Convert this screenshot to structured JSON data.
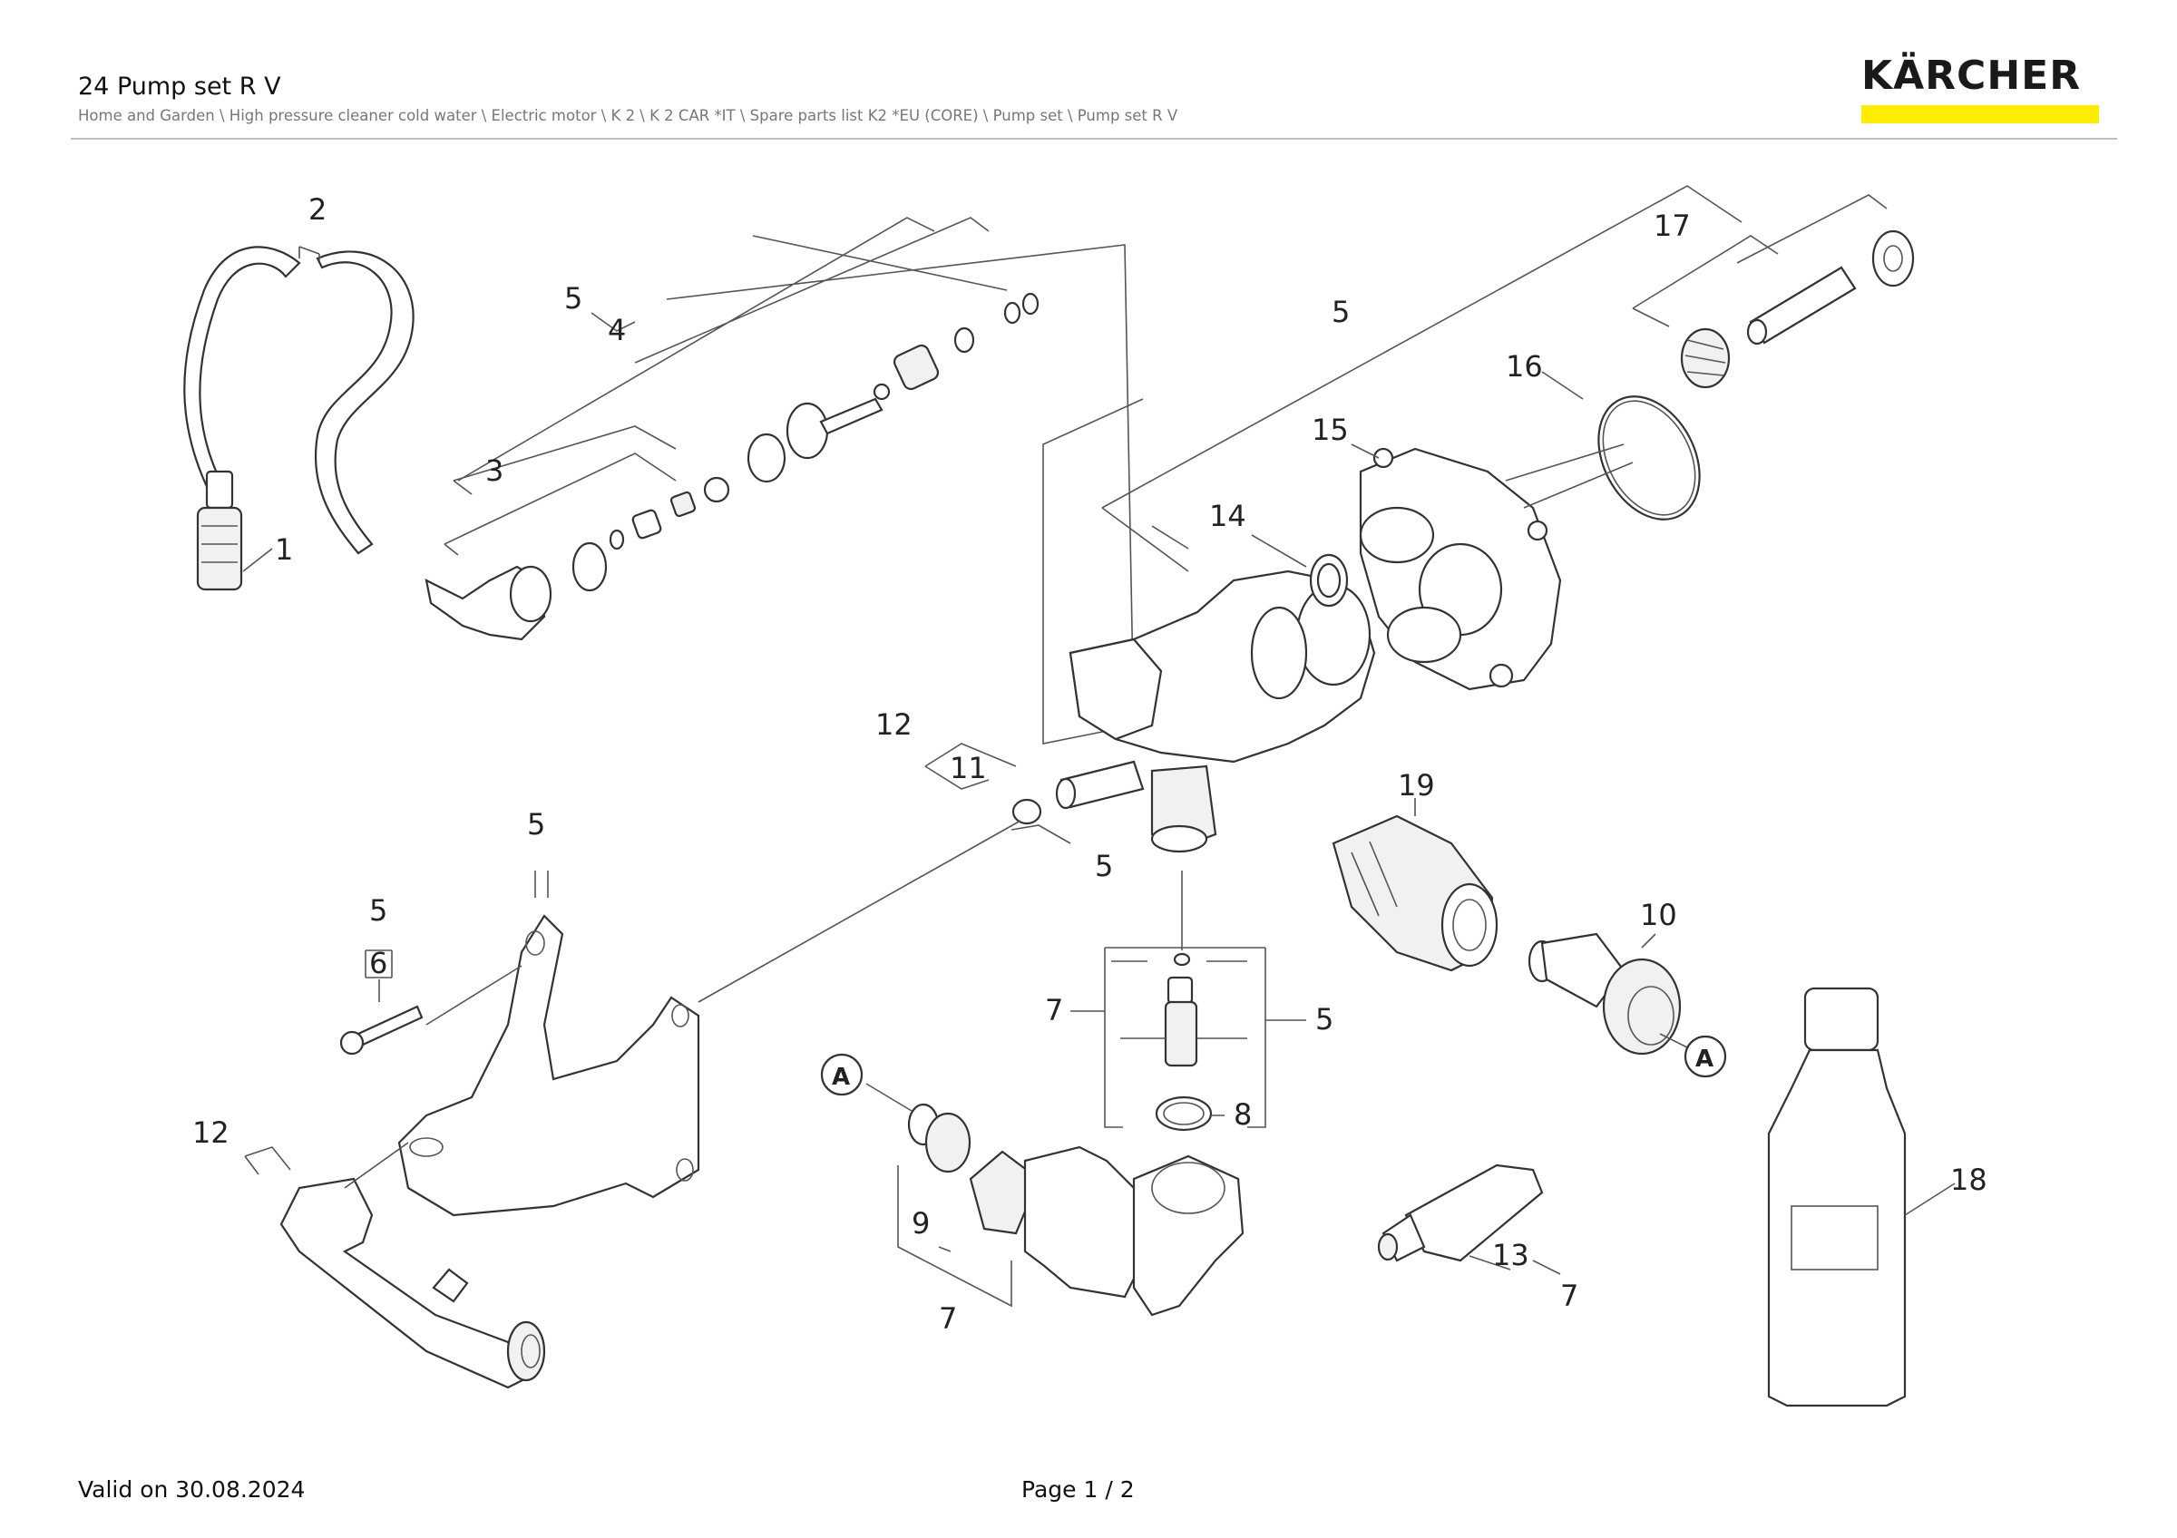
{
  "header": {
    "title": "24 Pump set R V",
    "breadcrumb": "Home and Garden \\ High pressure cleaner cold water \\ Electric motor \\ K 2 \\ K 2 CAR *IT \\ Spare parts list K2 *EU (CORE) \\ Pump set \\ Pump set R V"
  },
  "brand": {
    "name": "KÄRCHER",
    "bar_color": "#ffed00",
    "text_color": "#1a1a1a"
  },
  "diagram": {
    "callouts": {
      "c1": "1",
      "c2": "2",
      "c3": "3",
      "c4": "4",
      "c5a": "5",
      "c5b": "5",
      "c17": "17",
      "c16": "16",
      "c15": "15",
      "c14": "14",
      "c12a": "12",
      "c11": "11",
      "c5c": "5",
      "c19": "19",
      "c10": "10",
      "c5d": "5",
      "c5e": "5",
      "c6": "6",
      "c7a": "7",
      "c5f": "5",
      "c8": "8",
      "c12b": "12",
      "c9": "9",
      "c7b": "7",
      "c13": "13",
      "c7c": "7",
      "c18": "18",
      "cA1": "A",
      "cA2": "A"
    }
  },
  "footer": {
    "valid": "Valid on 30.08.2024",
    "page": "Page 1 / 2"
  }
}
